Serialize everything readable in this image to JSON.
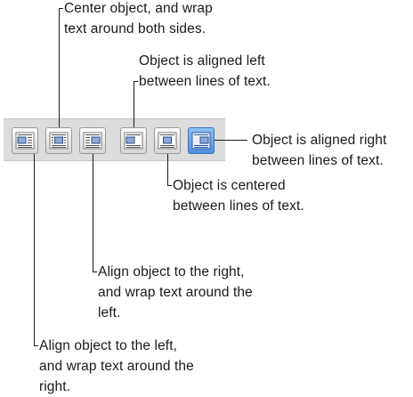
{
  "toolbar": {
    "buttons": [
      {
        "name": "wrap-left-button",
        "icon": "wrap-object-left-icon",
        "selected": false
      },
      {
        "name": "wrap-center-button",
        "icon": "wrap-object-center-icon",
        "selected": false
      },
      {
        "name": "wrap-right-button",
        "icon": "wrap-object-right-icon",
        "selected": false
      },
      {
        "name": "inline-left-button",
        "icon": "inline-object-left-icon",
        "selected": false
      },
      {
        "name": "inline-center-button",
        "icon": "inline-object-center-icon",
        "selected": false
      },
      {
        "name": "inline-right-button",
        "icon": "inline-object-right-icon",
        "selected": true
      }
    ]
  },
  "callouts": {
    "center_wrap": "Center object, and wrap\ntext around both sides.",
    "inline_left": "Object is aligned left\nbetween lines of text.",
    "inline_right": "Object is aligned right\nbetween lines of text.",
    "inline_center": "Object is centered\nbetween lines of text.",
    "wrap_right": "Align object to the right,\nand wrap text around the\nleft.",
    "wrap_left": "Align object to the left,\nand wrap text around the\nright."
  },
  "colors": {
    "toolbar_bg": "#dcdcdc",
    "selected_accent": "#4c8fde",
    "object_fill": "#8ea9d9",
    "text_line": "#555555"
  }
}
